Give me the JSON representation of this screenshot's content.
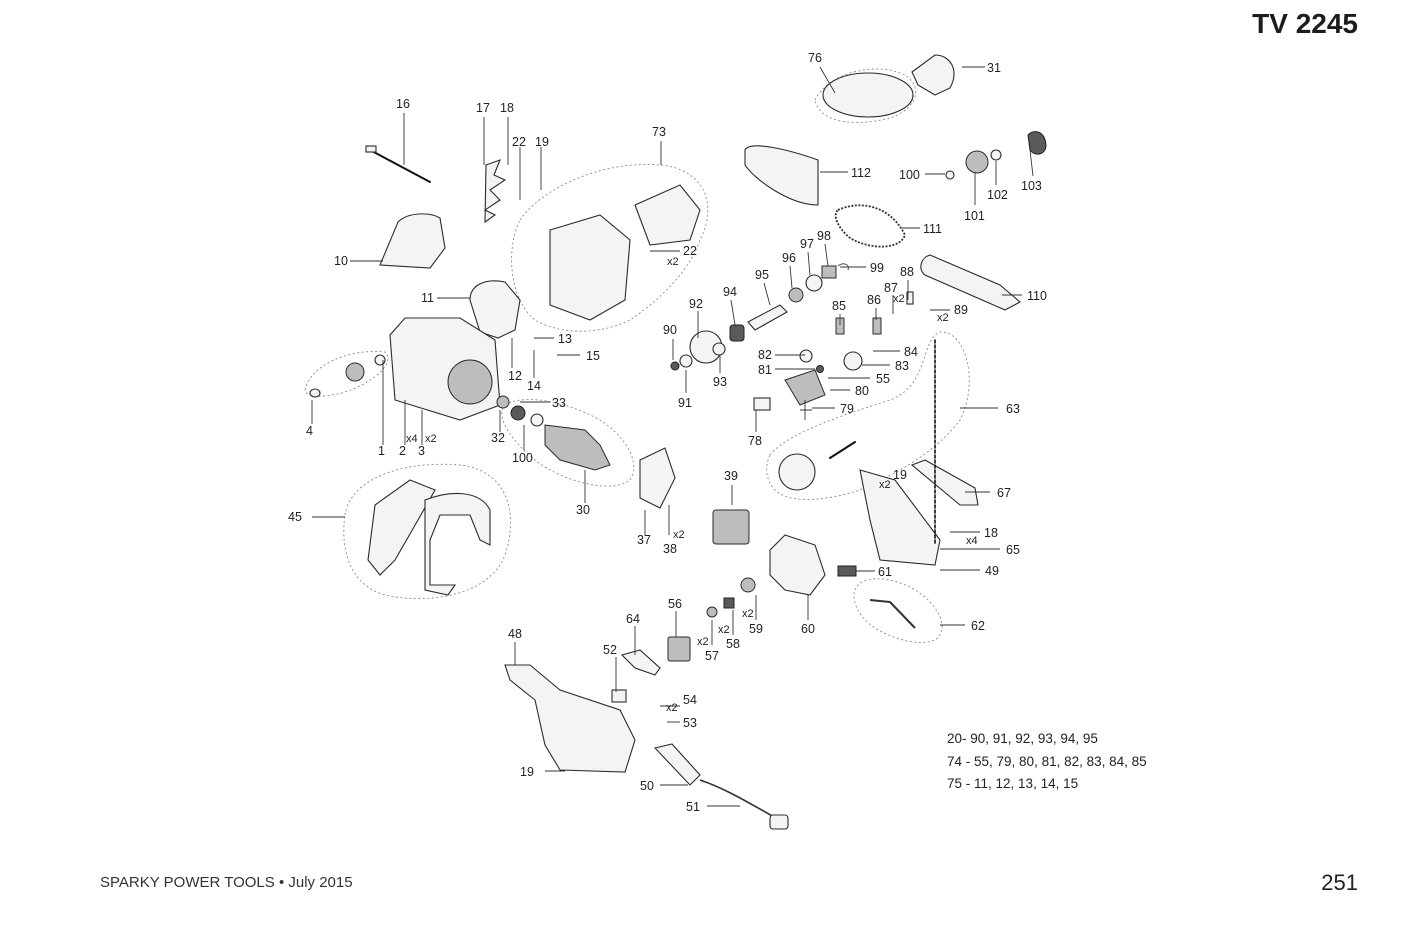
{
  "header": {
    "model": "TV 2245"
  },
  "footer": {
    "brand_date": "SPARKY POWER TOOLS • July 2015",
    "page": "251"
  },
  "groups": [
    "20- 90, 91, 92, 93, 94, 95",
    "74 - 55, 79, 80, 81, 82, 83, 84, 85",
    "75 - 11, 12, 13, 14, 15"
  ],
  "callouts": {
    "p1": "1",
    "p2": "2",
    "p3": "3",
    "p4": "4",
    "p10": "10",
    "p11": "11",
    "p12": "12",
    "p13": "13",
    "p14": "14",
    "p15": "15",
    "p16": "16",
    "p17": "17",
    "p18a": "18",
    "p18b": "18",
    "p19a": "19",
    "p19b": "19",
    "p19c": "19",
    "p22a": "22",
    "p22b": "22",
    "p30": "30",
    "p31": "31",
    "p32": "32",
    "p33": "33",
    "p37": "37",
    "p38": "38",
    "p39": "39",
    "p45": "45",
    "p48": "48",
    "p49": "49",
    "p50": "50",
    "p51": "51",
    "p52": "52",
    "p53": "53",
    "p54": "54",
    "p55": "55",
    "p56": "56",
    "p57": "57",
    "p58": "58",
    "p59": "59",
    "p60": "60",
    "p61": "61",
    "p62": "62",
    "p63": "63",
    "p64": "64",
    "p65": "65",
    "p67": "67",
    "p73": "73",
    "p76": "76",
    "p78": "78",
    "p79": "79",
    "p80": "80",
    "p81": "81",
    "p82": "82",
    "p83": "83",
    "p84": "84",
    "p85": "85",
    "p86": "86",
    "p87": "87",
    "p88": "88",
    "p89": "89",
    "p90": "90",
    "p91": "91",
    "p92": "92",
    "p93": "93",
    "p94": "94",
    "p95": "95",
    "p96": "96",
    "p97": "97",
    "p98": "98",
    "p99": "99",
    "p100a": "100",
    "p100b": "100",
    "p101": "101",
    "p102": "102",
    "p103": "103",
    "p110": "110",
    "p111": "111",
    "p112": "112"
  },
  "quantities": {
    "q2": "x4",
    "q3": "x2",
    "q22": "x2",
    "q38": "x2",
    "q19c": "x2",
    "q18b": "x4",
    "q57": "x2",
    "q58": "x2",
    "q59": "x2",
    "q54": "x2",
    "q87": "x2",
    "q89": "x2"
  }
}
